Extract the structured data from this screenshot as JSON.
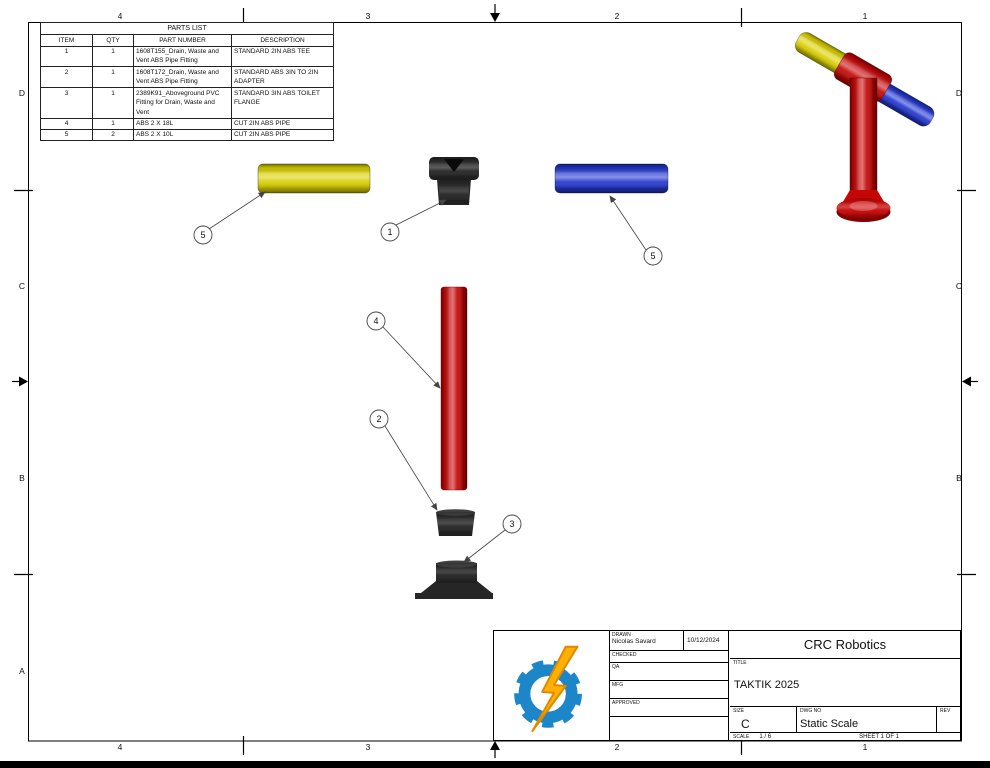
{
  "sheet": {
    "zones_top": [
      "4",
      "3",
      "2",
      "1"
    ],
    "zones_side": [
      "D",
      "C",
      "B",
      "A"
    ]
  },
  "parts_list": {
    "title": "PARTS LIST",
    "headers": [
      "ITEM",
      "QTY",
      "PART NUMBER",
      "DESCRIPTION"
    ],
    "rows": [
      {
        "item": "1",
        "qty": "1",
        "part_number": "1608T155_Drain, Waste and Vent ABS Pipe Fitting",
        "description": "STANDARD 2IN ABS TEE"
      },
      {
        "item": "2",
        "qty": "1",
        "part_number": "1608T172_Drain, Waste and Vent ABS Pipe Fitting",
        "description": "STANDARD ABS 3IN TO 2IN ADAPTER"
      },
      {
        "item": "3",
        "qty": "1",
        "part_number": "2389K91_Aboveground PVC Fitting for Drain, Waste and Vent",
        "description": "STANDARD 3IN ABS TOILET FLANGE"
      },
      {
        "item": "4",
        "qty": "1",
        "part_number": "ABS 2 X 18L",
        "description": "CUT 2IN ABS PIPE"
      },
      {
        "item": "5",
        "qty": "2",
        "part_number": "ABS 2 X 10L",
        "description": "CUT 2IN ABS PIPE"
      }
    ]
  },
  "callouts": [
    "5",
    "1",
    "5",
    "4",
    "2",
    "3"
  ],
  "title_block": {
    "drawn_label": "DRAWN",
    "drawn_name": "Nicolas Savard",
    "drawn_date": "10/12/2024",
    "checked_label": "CHECKED",
    "qa_label": "QA",
    "mfg_label": "MFG",
    "approved_label": "APPROVED",
    "company": "CRC Robotics",
    "title_label": "TITLE",
    "title": "TAKTIK 2025",
    "size_label": "SIZE",
    "size": "C",
    "dwg_label": "DWG NO",
    "dwg_no": "Static Scale",
    "rev_label": "REV",
    "scale_label": "SCALE",
    "scale": "1 / 6",
    "sheet": "SHEET 1  OF 1"
  },
  "colors": {
    "part_red": "#c40606",
    "part_yellow": "#d9cf00",
    "part_blue": "#2236cf",
    "part_dark": "#262626",
    "part_dark_light": "#3f3f3f",
    "logo_blue": "#1d86c8",
    "logo_orange": "#ffb000"
  }
}
